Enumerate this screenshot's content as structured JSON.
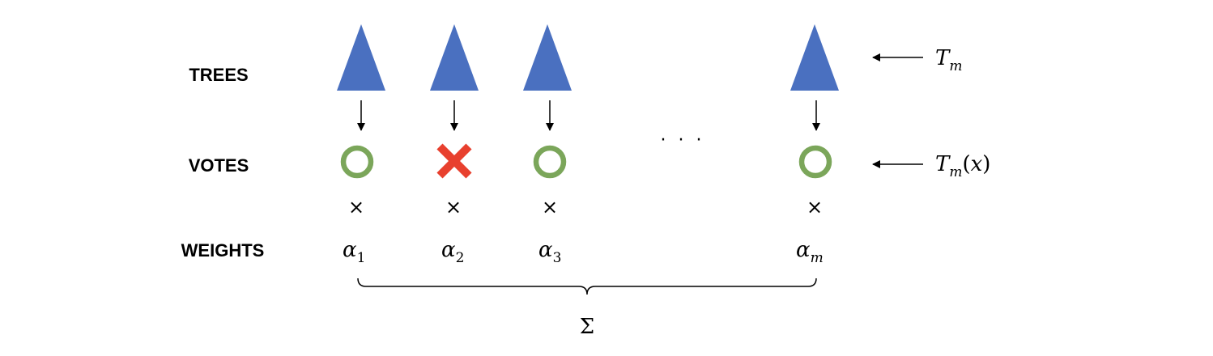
{
  "row_labels": {
    "trees": "TREES",
    "votes": "VOTES",
    "weights": "WEIGHTS"
  },
  "colors": {
    "tree": "#4a70c0",
    "vote_correct": "#7ba65a",
    "vote_wrong": "#e8402e",
    "line": "#000000"
  },
  "columns": [
    {
      "vote": "correct",
      "weight_symbol": "α",
      "weight_subscript": "1"
    },
    {
      "vote": "wrong",
      "weight_symbol": "α",
      "weight_subscript": "2"
    },
    {
      "vote": "correct",
      "weight_symbol": "α",
      "weight_subscript": "3"
    },
    {
      "vote": "correct",
      "weight_symbol": "α",
      "weight_subscript": "m"
    }
  ],
  "ellipsis": "· · ·",
  "multiply_symbol": "×",
  "sum_symbol": "Σ",
  "annotations": {
    "tree": {
      "symbol": "T",
      "subscript": "m"
    },
    "vote": {
      "symbol": "T",
      "subscript": "m",
      "open": "(",
      "arg": "x",
      "close": ")"
    }
  }
}
